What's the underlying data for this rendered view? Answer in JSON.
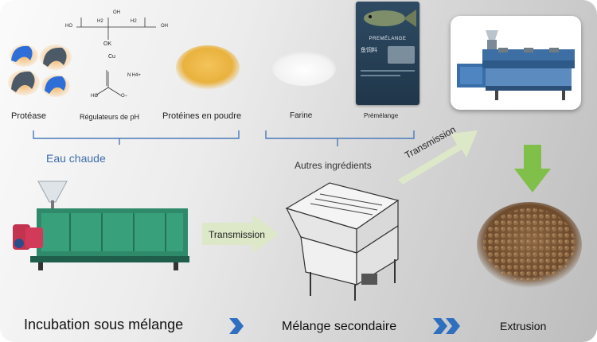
{
  "ingredients": {
    "protease": "Protéase",
    "ph_regulators": "Régulateurs de pH",
    "protein_powder": "Protéines en poudre",
    "flour": "Farine",
    "premix": "Prémélange"
  },
  "groups": {
    "hot_water": "Eau chaude",
    "other_ingredients": "Autres ingrédients"
  },
  "arrows": {
    "transmission_1": "Transmission",
    "transmission_2": "Transmission"
  },
  "stages": {
    "incubation": "Incubation sous mélange",
    "secondary_mixing": "Mélange secondaire",
    "extrusion": "Extrusion"
  },
  "chem": {
    "top_formula_left": "HO",
    "top_formula_right": "OH",
    "h2a": "H2",
    "h2b": "H2",
    "oh_mid": "OH",
    "ok": "OK",
    "cu": "Cu",
    "nh4": "N H4+",
    "ho": "HO",
    "o_minus": "O−"
  },
  "premix_bag": {
    "title": "PREMÉLANGE",
    "subtitle": "鱼饲料"
  },
  "colors": {
    "accent_blue": "#3f6ea8",
    "arrow_green": "#dde8c8",
    "arrow_green_solid": "#7fbf4a",
    "chevron_blue": "#2f6fbf"
  }
}
